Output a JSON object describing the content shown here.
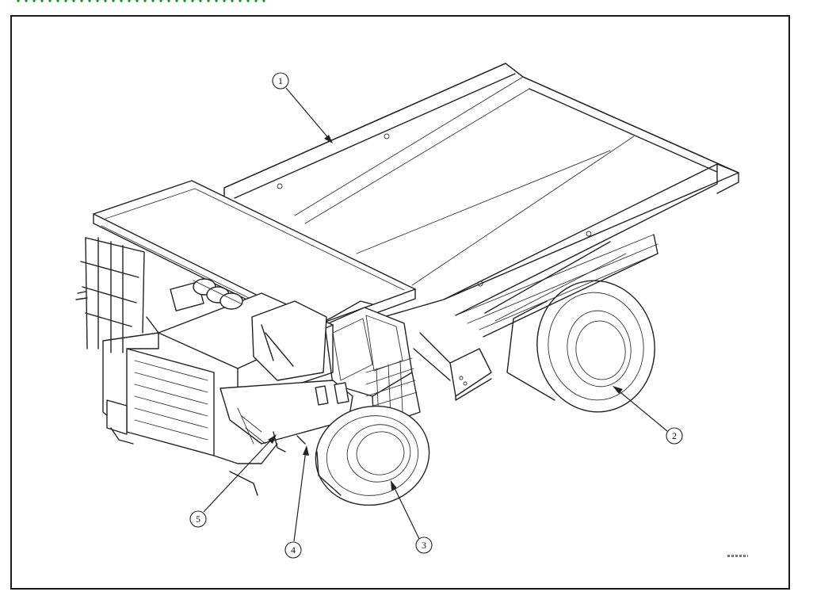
{
  "diagram": {
    "callouts": [
      {
        "id": "callout-1",
        "label": "1"
      },
      {
        "id": "callout-2",
        "label": "2"
      },
      {
        "id": "callout-3",
        "label": "3"
      },
      {
        "id": "callout-4",
        "label": "4"
      },
      {
        "id": "callout-5",
        "label": "5"
      }
    ]
  },
  "colors": {
    "line": "#222222",
    "frame": "#1a1a1a",
    "background": "#ffffff",
    "header_dots": "#1f8a2c"
  }
}
